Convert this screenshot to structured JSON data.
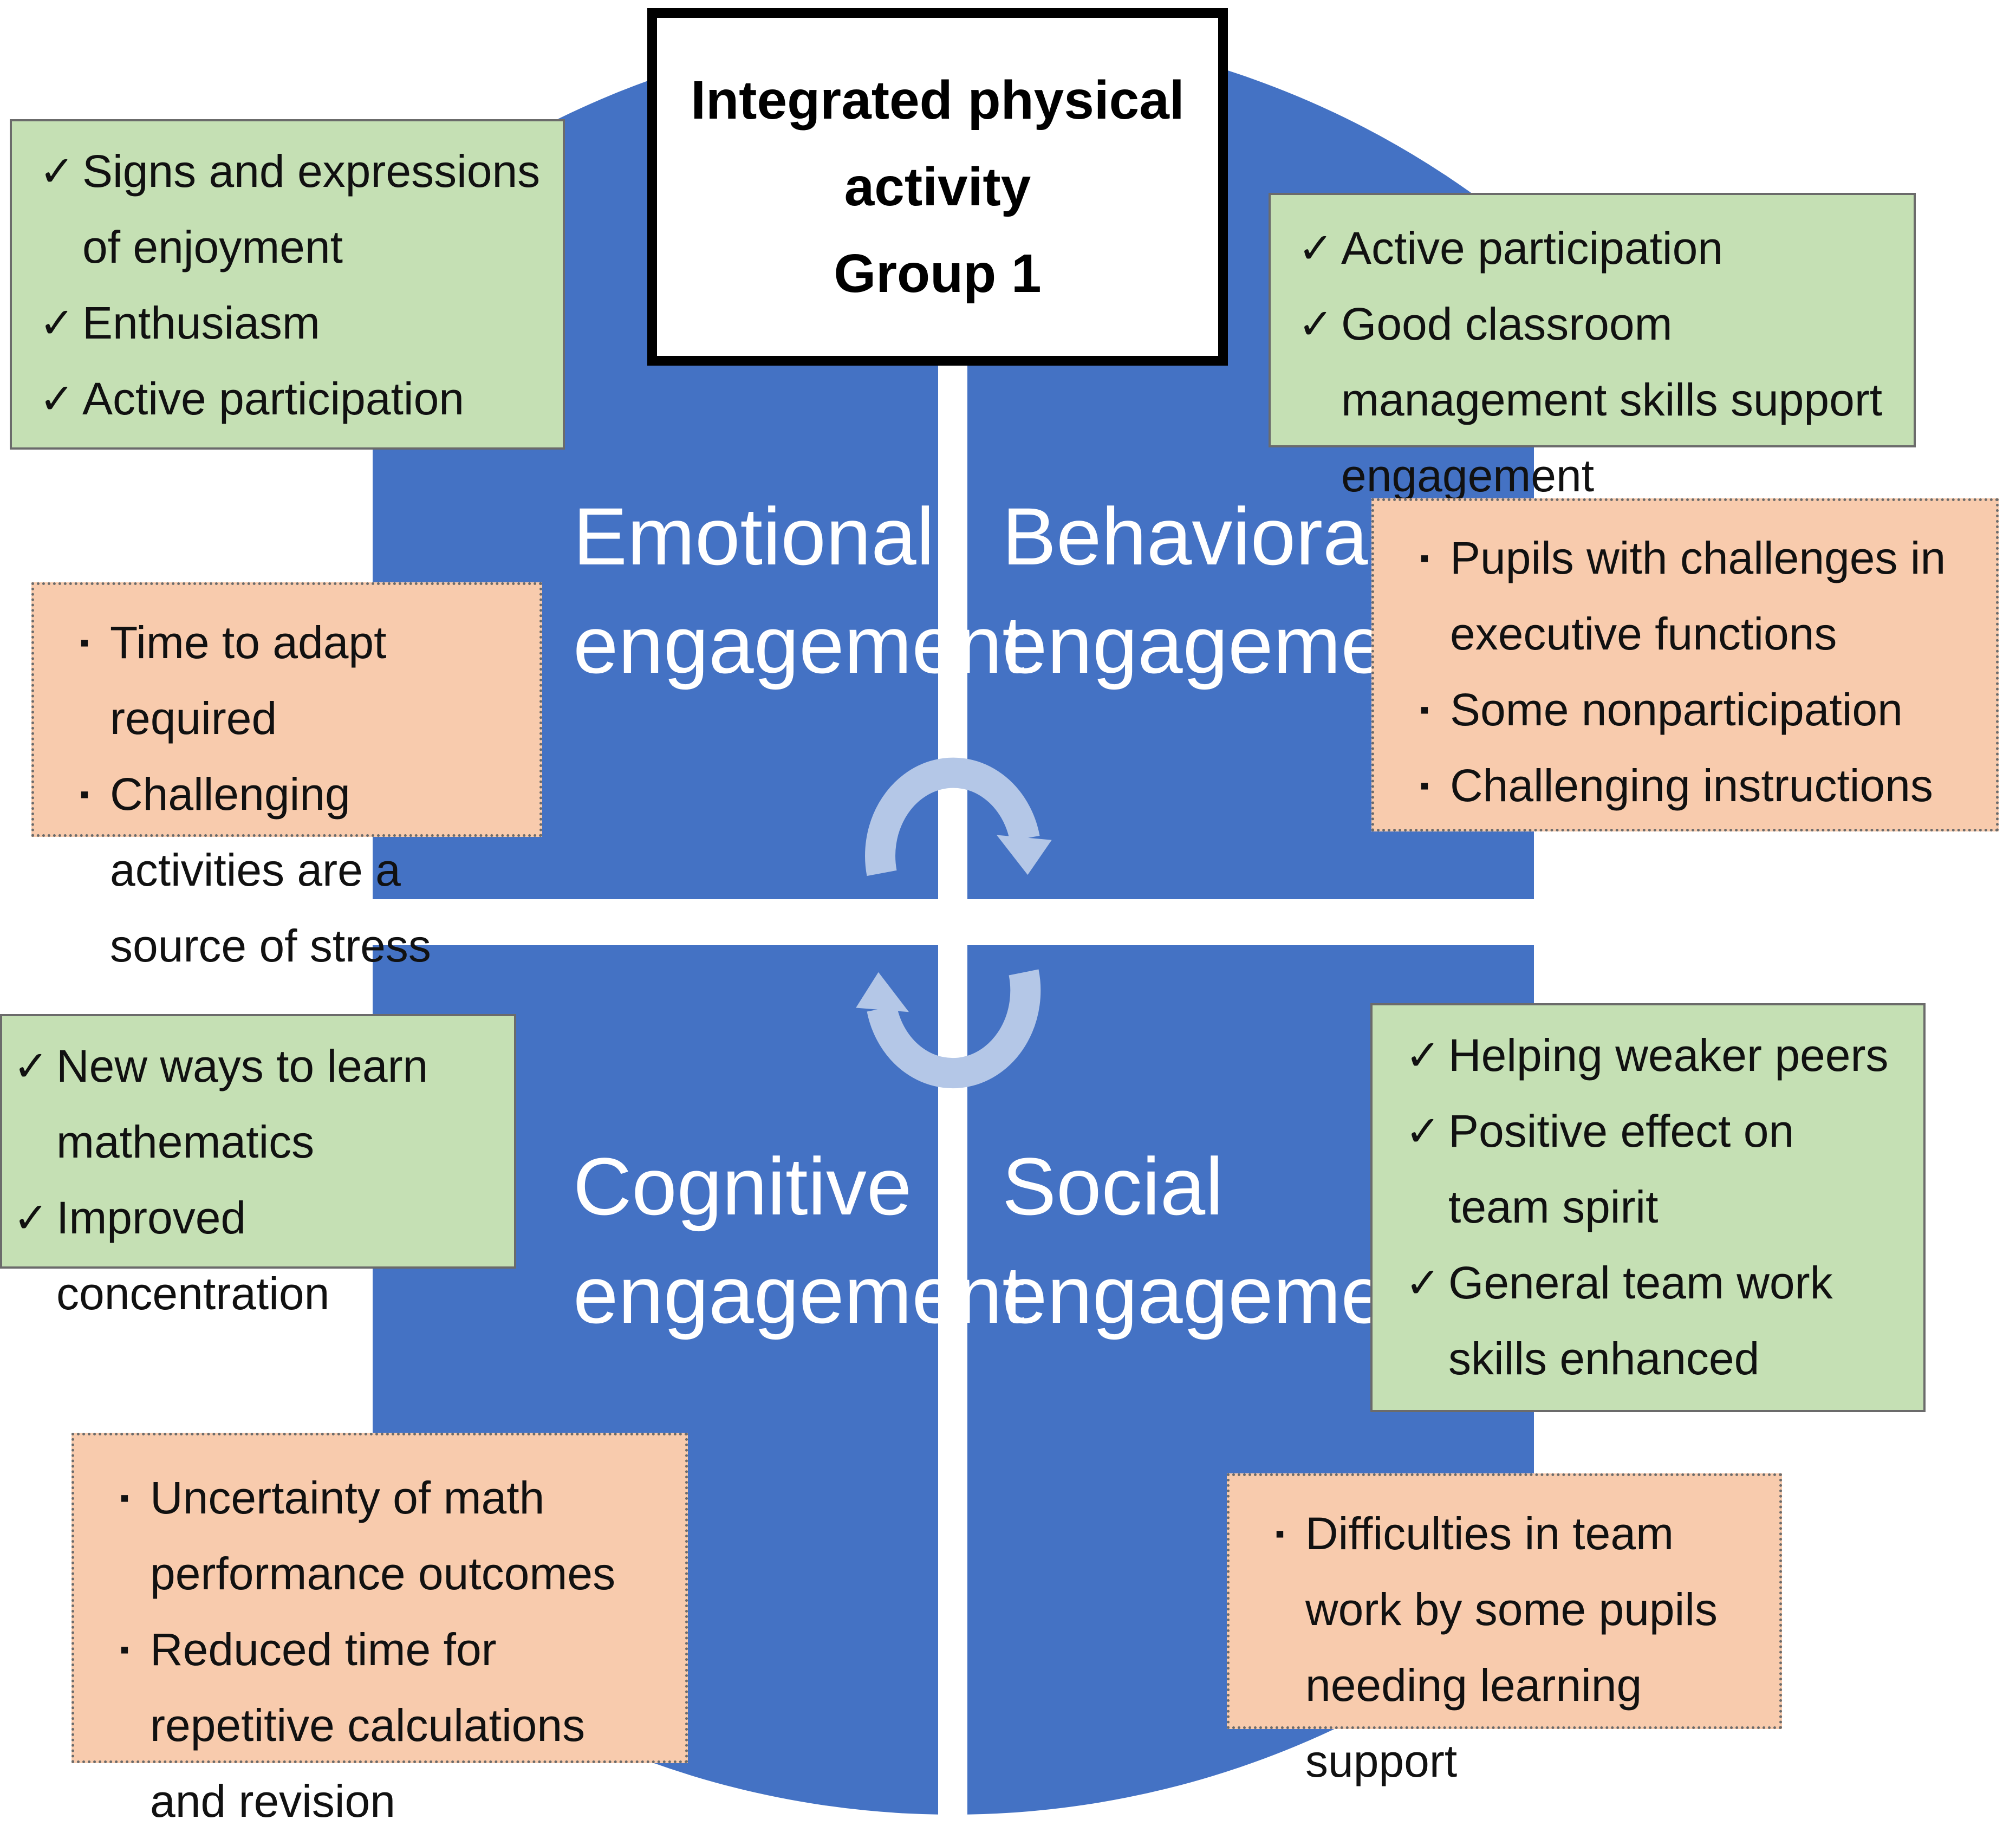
{
  "title": {
    "line1": "Integrated physical activity",
    "line2": "Group 1"
  },
  "quadrants": {
    "emotional": {
      "line1": "Emotional",
      "line2": "engagement"
    },
    "behavioral": {
      "line1": "Behavioral",
      "line2": "engagement"
    },
    "cognitive": {
      "line1": "Cognitive",
      "line2": "engagement"
    },
    "social": {
      "line1": "Social",
      "line2": "engagement"
    }
  },
  "boxes": {
    "emotional_positive": {
      "items": [
        "Signs and expressions of enjoyment",
        "Enthusiasm",
        "Active participation"
      ]
    },
    "emotional_negative": {
      "items": [
        "Time to adapt required",
        "Challenging activities are a source of stress"
      ]
    },
    "behavioral_positive": {
      "items": [
        "Active participation",
        "Good classroom management skills support engagement"
      ]
    },
    "behavioral_negative": {
      "items": [
        "Pupils with challenges in executive functions",
        "Some nonparticipation",
        "Challenging instructions"
      ]
    },
    "cognitive_positive": {
      "items": [
        "New ways to learn mathematics",
        "Improved concentration"
      ]
    },
    "cognitive_negative": {
      "items": [
        "Uncertainty of math performance outcomes",
        "Reduced time for repetitive calculations and revision"
      ]
    },
    "social_positive": {
      "items": [
        "Helping weaker peers",
        "Positive effect on team spirit",
        "General team work skills enhanced"
      ]
    },
    "social_negative": {
      "items": [
        "Difficulties in team work by some pupils needing learning support"
      ]
    }
  },
  "markers": {
    "positive": "✓",
    "negative": "▪"
  },
  "colors": {
    "circle": "#4472c4",
    "arrow": "#b4c7e7",
    "positive_fill": "#c5e0b4",
    "negative_fill": "#f8cbad"
  }
}
